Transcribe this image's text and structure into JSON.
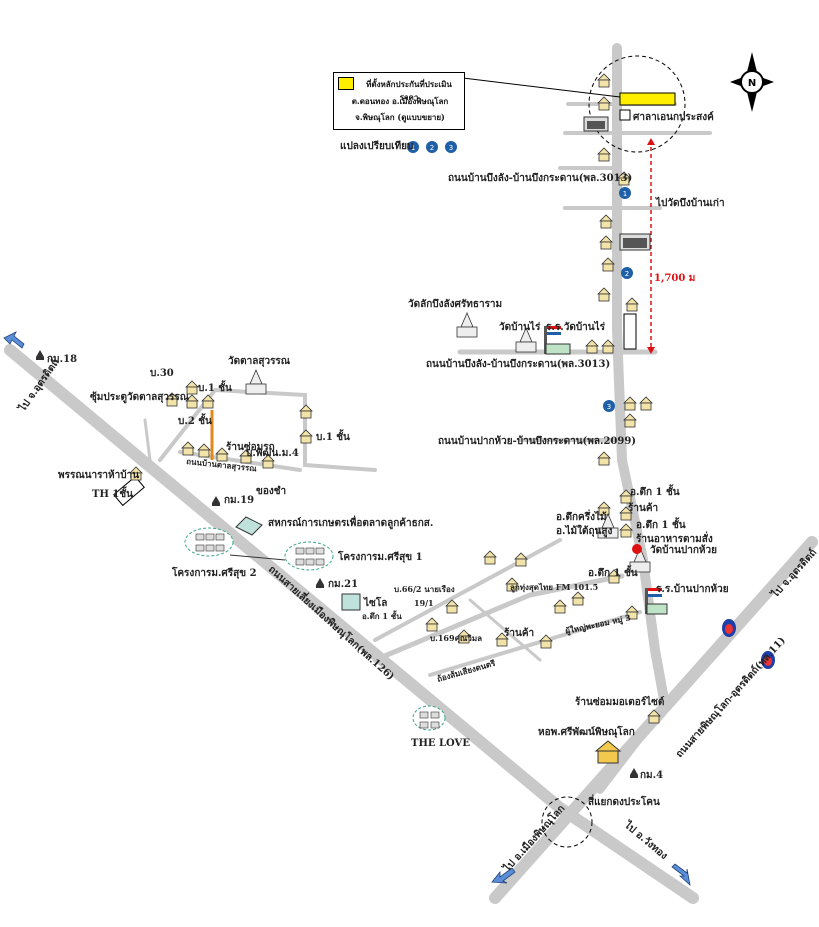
{
  "legend": {
    "line1": "ที่ตั้งหลักประกันที่ประเมินราคา",
    "line2": "ต.ดอนทอง อ.เมืองพิษณุโลก",
    "line3": "จ.พิษณุโลก (ดูแบบขยาย)"
  },
  "compare_label": "แปลงเปรียบเทียบ",
  "compare_markers": [
    "1",
    "2",
    "3"
  ],
  "north": "N",
  "distance": "1,700 ม",
  "labels": {
    "sala": "ศาลาเอนกประสงค์",
    "road_top": "ถนนบ้านบึงลัง-บ้านบึงกระดาน(พล.3013)",
    "to_wat_old": "ไปวัดบึงบ้านเก่า",
    "wat_bueng": "วัดลักบึงลังศรัทธาราม",
    "wat_ban_rai": "วัดบ้านไร่",
    "school_ban_rai": "ร.ร.วัดบ้านไร่",
    "road_mid": "ถนนบ้านบึงลัง-บ้านบึงกระดาน(พล.3013)",
    "road_pak_huai": "ถนนบ้านปากห้วย-บ้านบึงกระดาน(พล.2099)",
    "to_utd": "ไป จ.อุตรดิตถ์",
    "km18": "กม.18",
    "b30": "บ.30",
    "wat_tala": "วัดตาลสุวรรณ",
    "b1_a": "บ.1 ชั้น",
    "b2": "บ.2 ชั้น",
    "shop_repair": "ร้านซ่อมรถ",
    "moo4": "บ.พัฒน.ม.4",
    "b1_b": "บ.1 ชั้น",
    "pracha_kuti": "ซุ้มประตูวัดตาลสุวรรณ",
    "road_ban_tala": "ถนนบ้านตาลสุวรรณ",
    "phonphan": "พรรณนาราห้าบ้าน",
    "th1": "TH 1ชั้น",
    "khong": "ของชำ",
    "km19": "กม.19",
    "agri_coop": "สหกรณ์การเกษตรเพื่อตลาดลูกค้าธกส.",
    "project1": "โครงการม.ศรีสุข 1",
    "project2": "โครงการม.ศรีสุข 2",
    "km21": "กม.21",
    "silo": "ไซโล",
    "building1_a": "อ.ตึก 1 ชั้น",
    "main_road": "ถนนสายเลี่ยงเมืองพิษณุโลก(พล.126)",
    "shop_a": "อ.ตึก 1 ชั้น",
    "shop_b": "ร้านค้า",
    "shop_c": "อ.ตึกครึ่งไม้",
    "shop_d": "อ.ไม้ใต้ถุนสูง",
    "shop_e": "อ.ตึก 1 ชั้น",
    "restaurant": "ร้านอาหารตามสั่ง",
    "wat_pak_huai": "วัดบ้านปากห้วย",
    "b66": "บ.66/2 นายเรือง",
    "radio": "ลูกทุ่งสุดไทย FM 101.5",
    "building1_b": "อ.ตึก 1 ชั้น",
    "school_pak_huai": "ร.ร.บ้านปากห้วย",
    "b169": "บ.169คุณวิมล",
    "b19": "19/1",
    "shop_f": "ร้านค้า",
    "headman": "ผู้ใหญ่พะยอม หมู่ 3",
    "road_lower": "ถ้องส้มเสียงดนตรี",
    "motor_shop": "ร้านซ่อมมอเตอร์ไซต์",
    "dorm": "หอพ.ศรีพัฒน์พิษณุโลก",
    "the_love": "THE LOVE",
    "km4": "กม.4",
    "junction": "สี่แยกดงประโคน",
    "road_utd": "ถนนสายพิษณุโลก-อุตรดิตถ์(ทล.11)",
    "to_phitsanulok": "ไป อ.เมืองพิษณุโลก",
    "to_wang_thong": "ไป อ.วังทอง",
    "to_utd_right": "ไป จ.อุตรดิตถ์"
  },
  "colors": {
    "road": "#c8c8c8",
    "subject": "#ffee00",
    "marker": "#1f5fa8",
    "distance": "#d11111",
    "orange": "#e08a1e"
  }
}
